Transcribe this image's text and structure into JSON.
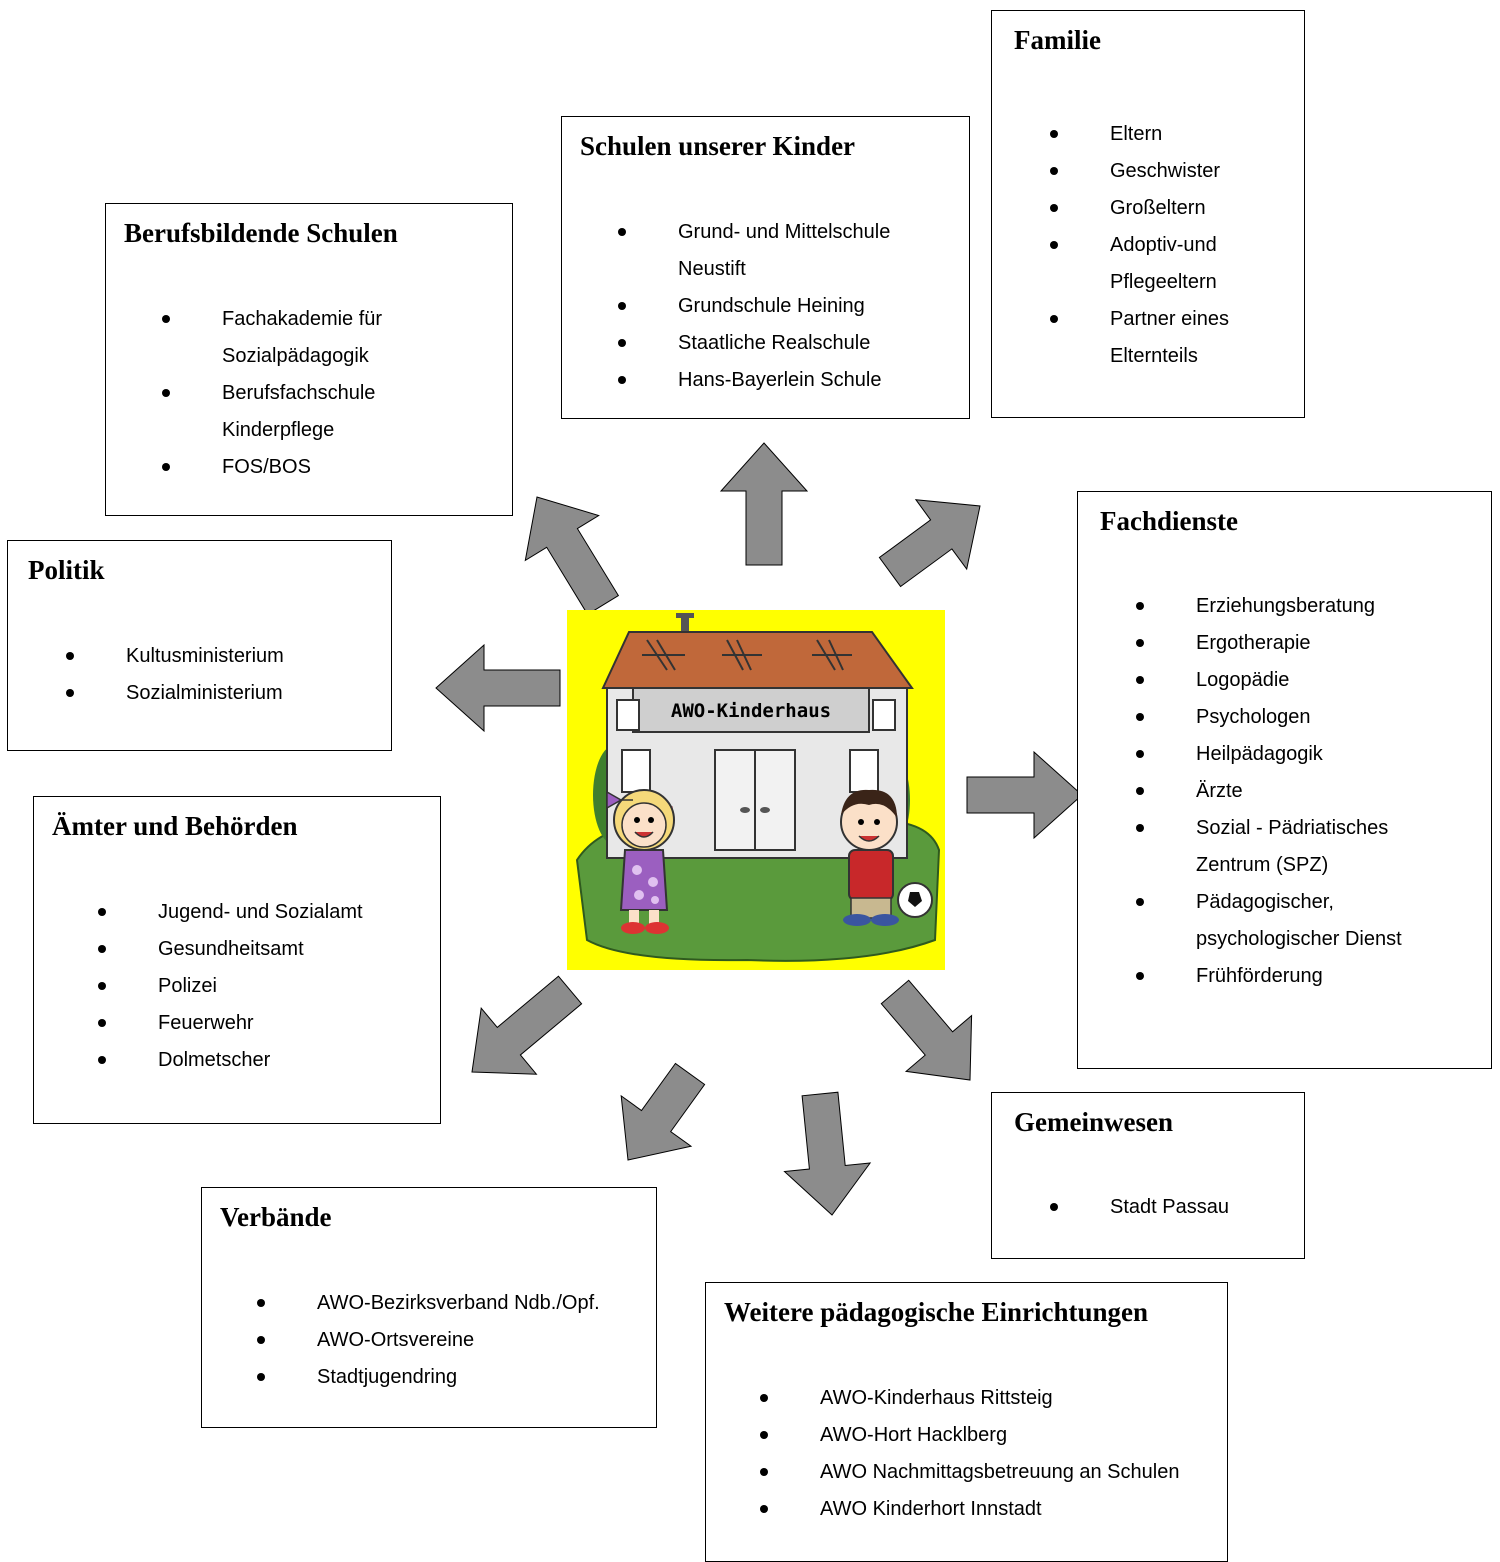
{
  "center": {
    "label": "AWO-Kinderhaus"
  },
  "boxes": {
    "familie": {
      "title": "Familie",
      "items": [
        [
          "Eltern"
        ],
        [
          "Geschwister"
        ],
        [
          "Großeltern"
        ],
        [
          "Adoptiv-und",
          "Pflegeeltern"
        ],
        [
          "Partner eines",
          "Elternteils"
        ]
      ]
    },
    "schulen": {
      "title": "Schulen unserer Kinder",
      "items": [
        [
          "Grund- und Mittelschule",
          "Neustift"
        ],
        [
          "Grundschule Heining"
        ],
        [
          "Staatliche Realschule"
        ],
        [
          "Hans-Bayerlein Schule"
        ]
      ]
    },
    "berufsbildende": {
      "title": "Berufsbildende Schulen",
      "items": [
        [
          "Fachakademie für",
          "Sozialpädagogik"
        ],
        [
          "Berufsfachschule",
          "Kinderpflege"
        ],
        [
          "FOS/BOS"
        ]
      ]
    },
    "politik": {
      "title": "Politik",
      "items": [
        [
          "Kultusministerium"
        ],
        [
          "Sozialministerium"
        ]
      ]
    },
    "fachdienste": {
      "title": "Fachdienste",
      "items": [
        [
          "Erziehungsberatung"
        ],
        [
          "Ergotherapie"
        ],
        [
          "Logopädie"
        ],
        [
          "Psychologen"
        ],
        [
          "Heilpädagogik"
        ],
        [
          "Ärzte"
        ],
        [
          "Sozial - Pädriatisches",
          "Zentrum (SPZ)"
        ],
        [
          "Pädagogischer,",
          "psychologischer Dienst"
        ],
        [
          "Frühförderung"
        ]
      ]
    },
    "aemter": {
      "title": "Ämter und Behörden",
      "items": [
        [
          "Jugend- und Sozialamt"
        ],
        [
          "Gesundheitsamt"
        ],
        [
          "Polizei"
        ],
        [
          "Feuerwehr"
        ],
        [
          "Dolmetscher"
        ]
      ]
    },
    "gemeinwesen": {
      "title": "Gemeinwesen",
      "items": [
        [
          "Stadt Passau"
        ]
      ]
    },
    "verbaende": {
      "title": "Verbände",
      "items": [
        [
          "AWO-Bezirksverband Ndb./Opf."
        ],
        [
          "AWO-Ortsvereine"
        ],
        [
          "Stadtjugendring"
        ]
      ]
    },
    "weitere": {
      "title": "Weitere pädagogische Einrichtungen",
      "items": [
        [
          "AWO-Kinderhaus Rittsteig"
        ],
        [
          "AWO-Hort Hacklberg"
        ],
        [
          "AWO Nachmittagsbetreuung an Schulen"
        ],
        [
          "AWO Kinderhort Innstadt"
        ]
      ]
    }
  },
  "colors": {
    "arrow_fill": "#8c8c8c",
    "center_background": "#ffff00",
    "roof": "#c0683a",
    "grass": "#5a9a3c"
  }
}
